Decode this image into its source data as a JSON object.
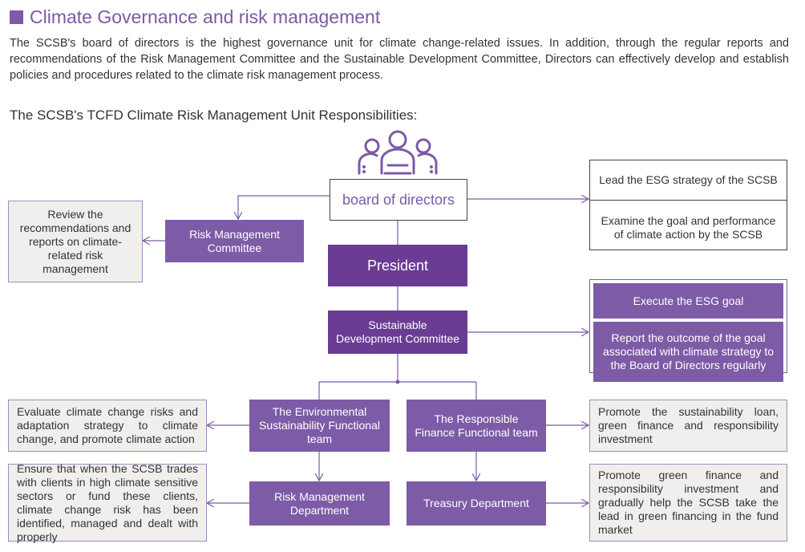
{
  "heading": {
    "title": "Climate Governance and risk management"
  },
  "intro": "The SCSB's board of directors is the highest governance unit for climate change-related issues. In addition, through the regular reports and recommendations of the Risk Management Committee and the Sustainable Development Committee, Directors can effectively develop and establish policies and procedures related to the climate risk management process.",
  "subheading": "The SCSB's TCFD Climate Risk Management Unit Responsibilities:",
  "icon": "people-group-icon",
  "colors": {
    "accent": "#7b5aa6",
    "dark": "#6a3c93",
    "grey": "#f0efed"
  },
  "org": {
    "board": "board of directors",
    "board_duties": [
      "Lead the ESG strategy of the SCSB",
      "Examine the goal and performance of climate action by the SCSB"
    ],
    "risk_committee": "Risk Management Committee",
    "risk_committee_duty": "Review the recommendations and reports on climate-related risk management",
    "president": "President",
    "sdc": "Sustainable Development Committee",
    "sdc_duties": [
      "Execute the ESG goal",
      "Report the outcome of the goal associated with climate strategy to the Board of Directors regularly"
    ],
    "env_team": "The Environmental Sustainability Functional team",
    "env_team_duty": "Evaluate climate change risks and adaptation strategy to climate change, and promote climate action",
    "finance_team": "The Responsible Finance Functional team",
    "finance_team_duty": "Promote the sustainability loan, green finance and responsibility investment",
    "risk_dept": "Risk Management Department",
    "risk_dept_duty": "Ensure that when the SCSB trades with clients in high climate sensitive sectors or fund these clients, climate change risk has been identified, managed and dealt with properly",
    "treasury": "Treasury Department",
    "treasury_duty": "Promote green finance and responsibility investment and gradually help the SCSB take the lead in green financing in the fund market"
  }
}
